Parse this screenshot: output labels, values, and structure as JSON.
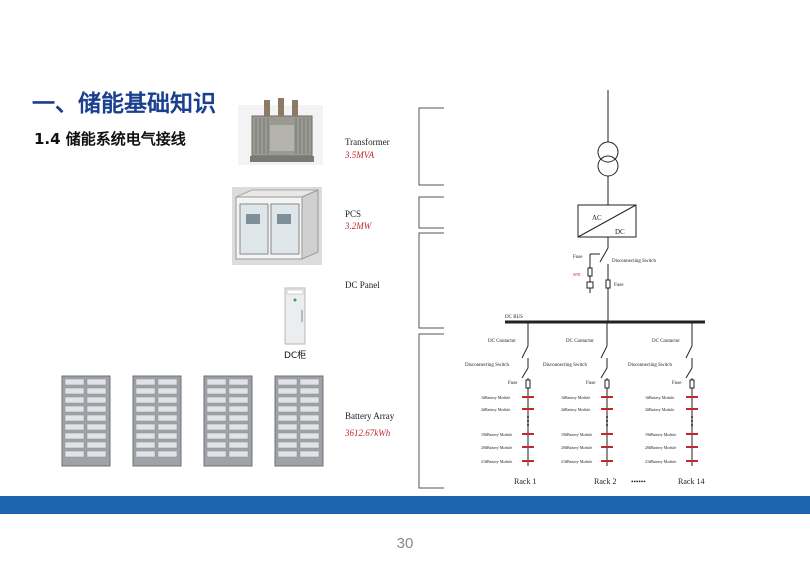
{
  "header": {
    "title": "一、储能基础知识",
    "subtitle": "1.4 储能系统电气接线"
  },
  "equipment": {
    "transformer": {
      "label": "Transformer",
      "value": "3.5MVA"
    },
    "pcs": {
      "label": "PCS",
      "value": "3.2MW"
    },
    "dc_panel": {
      "label": "DC Panel",
      "caption": "DC柜"
    },
    "battery_array": {
      "label": "Battery Array",
      "value": "3612.67kWh"
    }
  },
  "schematic": {
    "converter_ac": "AC",
    "converter_dc": "DC",
    "fuse": "Fuse",
    "spd": "SPD",
    "disconnecting_switch": "Disconnecting Switch",
    "dc_bus": "DC BUS",
    "dc_contactor": "DC Contactor",
    "module_first": "1#Battery Module",
    "module_second": "2#Battery Module",
    "module_19": "19#Battery Module",
    "module_20": "20#Battery Module",
    "module_21": "21#Battery Module",
    "racks": [
      "Rack 1",
      "Rack 2",
      "Rack 14"
    ],
    "ellipsis": "••••••"
  },
  "footer": {
    "page_number": "30",
    "bar_color": "#1c64ac"
  }
}
